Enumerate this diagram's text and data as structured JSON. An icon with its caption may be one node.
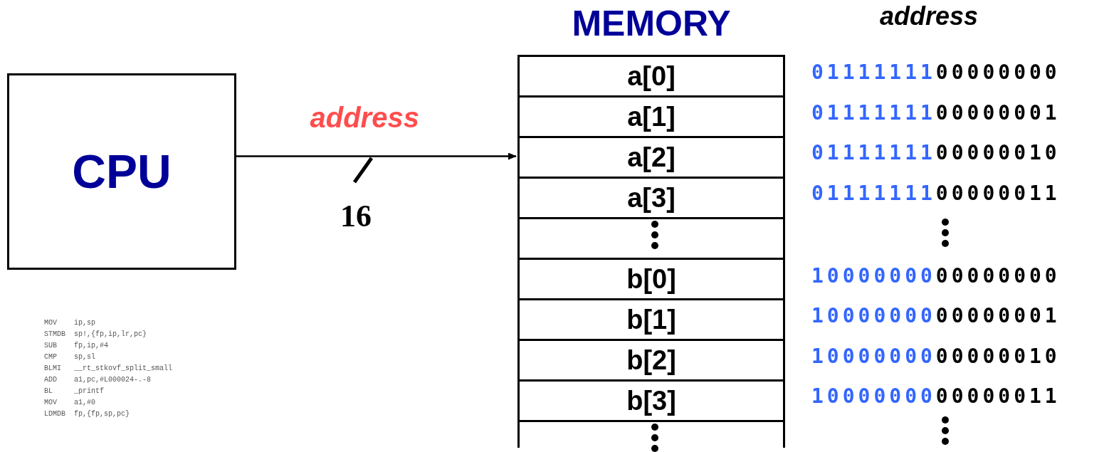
{
  "diagram": {
    "nodes": [
      {
        "text": [
          "CPU"
        ]
      },
      {
        "text": [
          "MEMORY"
        ]
      },
      {
        "text": [
          "a[0]"
        ],
        "in": 1
      },
      {
        "text": [
          "a[1]"
        ],
        "in": 1
      },
      {
        "text": [
          "a[2]"
        ],
        "in": 1
      },
      {
        "text": [
          "a[3]"
        ],
        "in": 1
      },
      {
        "text": [],
        "shape": "box",
        "in": 1
      },
      {
        "text": [
          "b[0]"
        ],
        "in": 1
      },
      {
        "text": [
          "b[1]"
        ],
        "in": 1
      },
      {
        "text": [
          "b[2]"
        ],
        "in": 1
      },
      {
        "text": [
          "b[3]"
        ],
        "in": 1
      },
      {
        "text": [],
        "shape": "box",
        "in": 1
      }
    ],
    "edges": [
      {
        "from": 0,
        "to": 4,
        "arrow": "to",
        "label": "address"
      }
    ],
    "labels": [
      "16",
      "address",
      "0111111100000000",
      "0111111100000001",
      "0111111100000010",
      "0111111100000011",
      "1000000000000000",
      "1000000000000001",
      "1000000000000010",
      "1000000000000011",
      "MOV ip,sp",
      "STMDB sp!,{fp,ip,lr,pc}",
      "SUB fp,ip,#4",
      "CMP sp,sl",
      "BLMI __rt_stkovf_split_small",
      "ADD a1,pc,#L000024-.-8",
      "BL _printf",
      "MOV a1,#0",
      "LDMDB fp,{fp,sp,pc}"
    ]
  }
}
